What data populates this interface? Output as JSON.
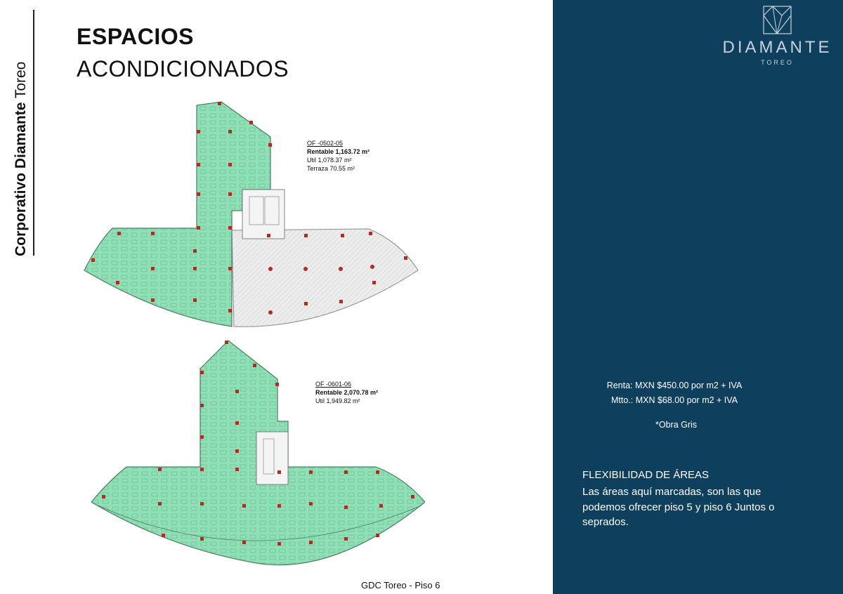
{
  "sidebar": {
    "brand_bold": "Corporativo Diamante",
    "brand_light": " Toreo"
  },
  "heading": {
    "line1": "ESPACIOS",
    "line2": "ACONDICIONADOS"
  },
  "plan_top": {
    "code": "OF -0502-05",
    "rentable": "Rentable 1,163.72 m²",
    "util": "Util 1,078.37 m²",
    "terraza": "Terraza 70.55  m²"
  },
  "plan_bottom": {
    "code": "OF -0601-06",
    "rentable": "Rentable 2,070.78 m²",
    "util": "Util 1,949.82 m²"
  },
  "footer": "GDC Toreo - Piso 6",
  "logo": {
    "name": "DIAMANTE",
    "sub": "TOREO"
  },
  "pricing": {
    "renta": "Renta: MXN $450.00 por m2 + IVA",
    "mtto": "Mtto.: MXN $68.00 por m2 + IVA",
    "note": "*Obra Gris"
  },
  "flex": {
    "title": "FLEXIBILIDAD DE ÁREAS",
    "body": "Las áreas aquí marcadas, son las que podemos ofrecer piso 5 y piso 6 Juntos o seprados."
  },
  "colors": {
    "panel": "#0e3f5d",
    "office_green": "#8ee0b5",
    "grey_area": "#e6e6e6",
    "column_red": "#b42b22"
  }
}
